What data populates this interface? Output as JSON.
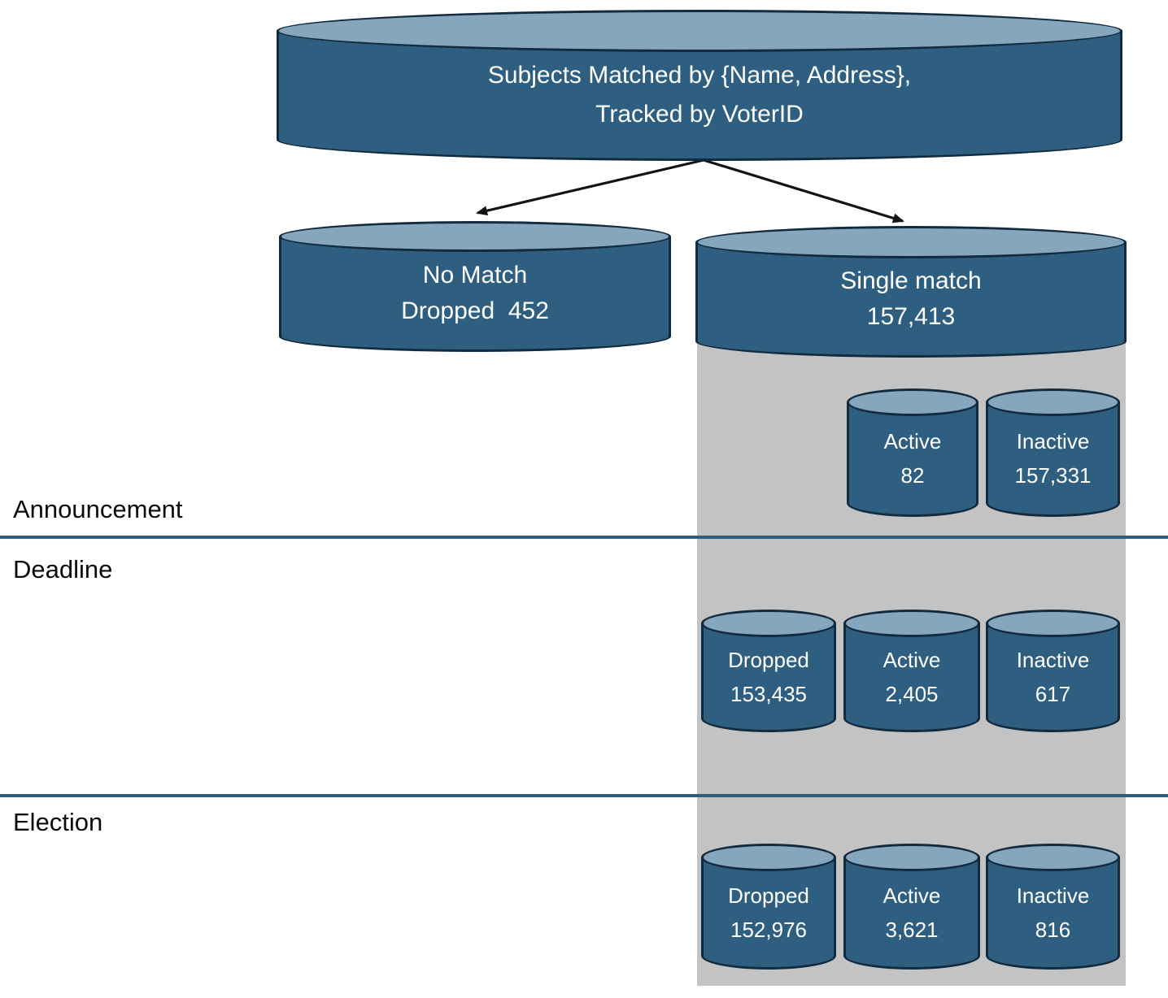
{
  "colors": {
    "cylinder_body": "#2E5F80",
    "cylinder_top": "#85A6BC",
    "cylinder_outline": "#132B3E",
    "track_gray": "#C3C3C3",
    "divider_blue": "#2D5E7C",
    "cylinder_text": "#FFFFFF",
    "stage_label_text": "#0C0C0C",
    "arrow_black": "#141414"
  },
  "nodes": {
    "root": {
      "line1": "Subjects Matched by {Name, Address},",
      "line2": "Tracked by VoterID"
    },
    "no_match": {
      "line1": "No Match",
      "line2": "Dropped  452"
    },
    "single_match": {
      "line1": "Single match",
      "line2": "157,413"
    },
    "announcement_active": {
      "line1": "Active",
      "line2": "82"
    },
    "announcement_inactive": {
      "line1": "Inactive",
      "line2": "157,331"
    },
    "deadline_dropped": {
      "line1": "Dropped",
      "line2": "153,435"
    },
    "deadline_active": {
      "line1": "Active",
      "line2": "2,405"
    },
    "deadline_inactive": {
      "line1": "Inactive",
      "line2": "617"
    },
    "election_dropped": {
      "line1": "Dropped",
      "line2": "152,976"
    },
    "election_active": {
      "line1": "Active",
      "line2": "3,621"
    },
    "election_inactive": {
      "line1": "Inactive",
      "line2": "816"
    }
  },
  "stages": {
    "announcement": {
      "label": "Announcement"
    },
    "deadline": {
      "label": "Deadline"
    },
    "election": {
      "label": "Election"
    }
  }
}
